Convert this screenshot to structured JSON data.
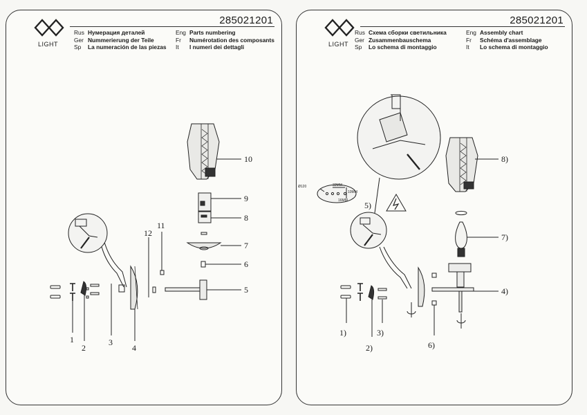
{
  "left": {
    "code": "285021201",
    "logo_text": "LIGHT",
    "header_left": [
      {
        "lang": "Rus",
        "text": "Нумерация деталей"
      },
      {
        "lang": "Ger",
        "text": "Nummerierung der Teile"
      },
      {
        "lang": "Sp",
        "text": "La numeración de las piezas"
      }
    ],
    "header_right": [
      {
        "lang": "Eng",
        "text": "Parts numbering"
      },
      {
        "lang": "Fr",
        "text": "Numérotation des composants"
      },
      {
        "lang": "It",
        "text": "I numeri dei dettagli"
      }
    ],
    "labels": [
      "1",
      "2",
      "3",
      "4",
      "5",
      "6",
      "7",
      "8",
      "9",
      "10",
      "11",
      "12"
    ]
  },
  "right": {
    "code": "285021201",
    "logo_text": "LIGHT",
    "header_left": [
      {
        "lang": "Rus",
        "text": "Схема сборки светильника"
      },
      {
        "lang": "Ger",
        "text": "Zusammenbauschema"
      },
      {
        "lang": "Sp",
        "text": "Lo schema di montaggio"
      }
    ],
    "header_right": [
      {
        "lang": "Eng",
        "text": "Assembly chart"
      },
      {
        "lang": "Fr",
        "text": "Schéma d'assemblage"
      },
      {
        "lang": "It",
        "text": "Lo schema di montaggio"
      }
    ],
    "labels": [
      "1)",
      "2)",
      "3)",
      "4)",
      "5)",
      "6)",
      "7)",
      "8)"
    ],
    "template": {
      "dia": "Ø120",
      "w": "33MM",
      "h": "10MM",
      "d": "16MM"
    }
  }
}
